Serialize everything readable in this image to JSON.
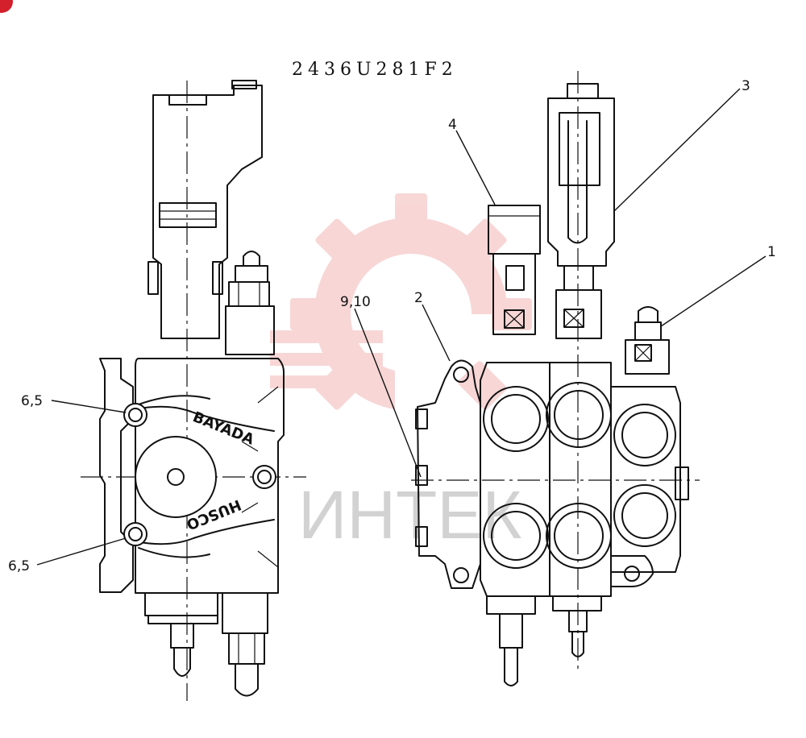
{
  "drawing_number": "2436U281F2",
  "watermark": {
    "text": "ИНТЕК",
    "color": "#e87878"
  },
  "embossed_labels": {
    "left_view_upper": "BAYADA",
    "left_view_lower": "HUSCO"
  },
  "callouts": [
    {
      "label": "1"
    },
    {
      "label": "2"
    },
    {
      "label": "3"
    },
    {
      "label": "4"
    },
    {
      "label": "9,10"
    },
    {
      "label": "6,5"
    },
    {
      "label": "6,5"
    }
  ],
  "colors": {
    "ink": "#111111",
    "badge": "#d4202c"
  }
}
